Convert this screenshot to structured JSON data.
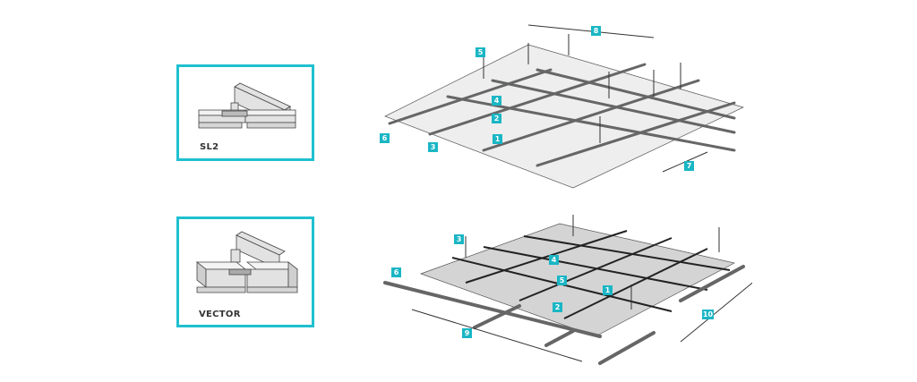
{
  "colors": {
    "accent": "#1fc0cf",
    "badge": "#1ab6c4"
  },
  "detail_boxes": [
    {
      "caption": "SL2"
    },
    {
      "caption": "VECTOR"
    }
  ],
  "top_diagram_labels": [
    "1",
    "2",
    "3",
    "4",
    "5",
    "6",
    "7",
    "8"
  ],
  "bottom_diagram_labels": [
    "1",
    "2",
    "3",
    "4",
    "5",
    "6",
    "9",
    "10"
  ]
}
